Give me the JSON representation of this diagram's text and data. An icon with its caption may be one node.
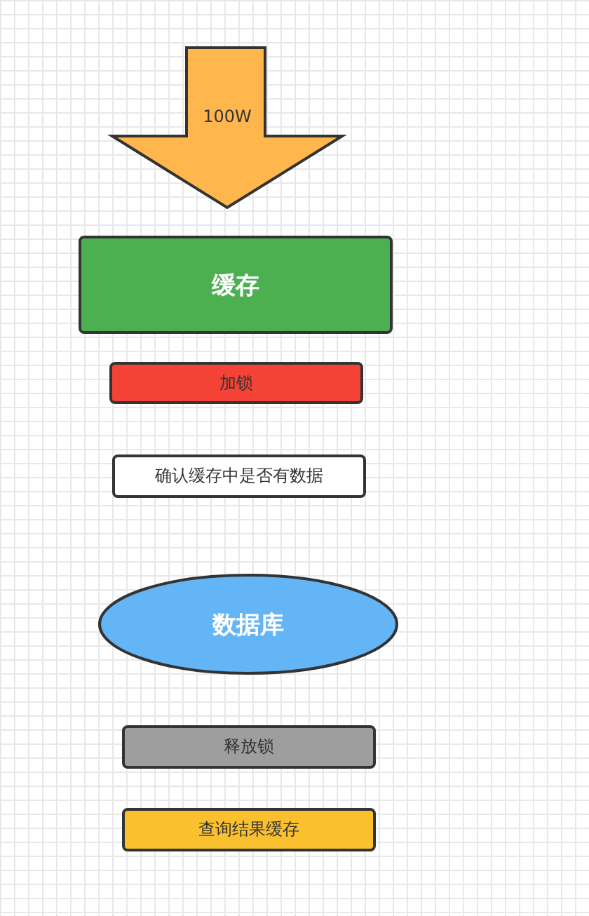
{
  "diagram": {
    "nodes": [
      {
        "text": [
          "100W"
        ]
      },
      {
        "text": [
          "缓存"
        ]
      },
      {
        "text": [
          "加锁"
        ]
      },
      {
        "text": [
          "确认缓存中是否有数据"
        ]
      },
      {
        "text": [
          "数据库"
        ]
      },
      {
        "text": [
          "释放锁"
        ]
      },
      {
        "text": [
          "查询结果缓存"
        ]
      }
    ]
  }
}
